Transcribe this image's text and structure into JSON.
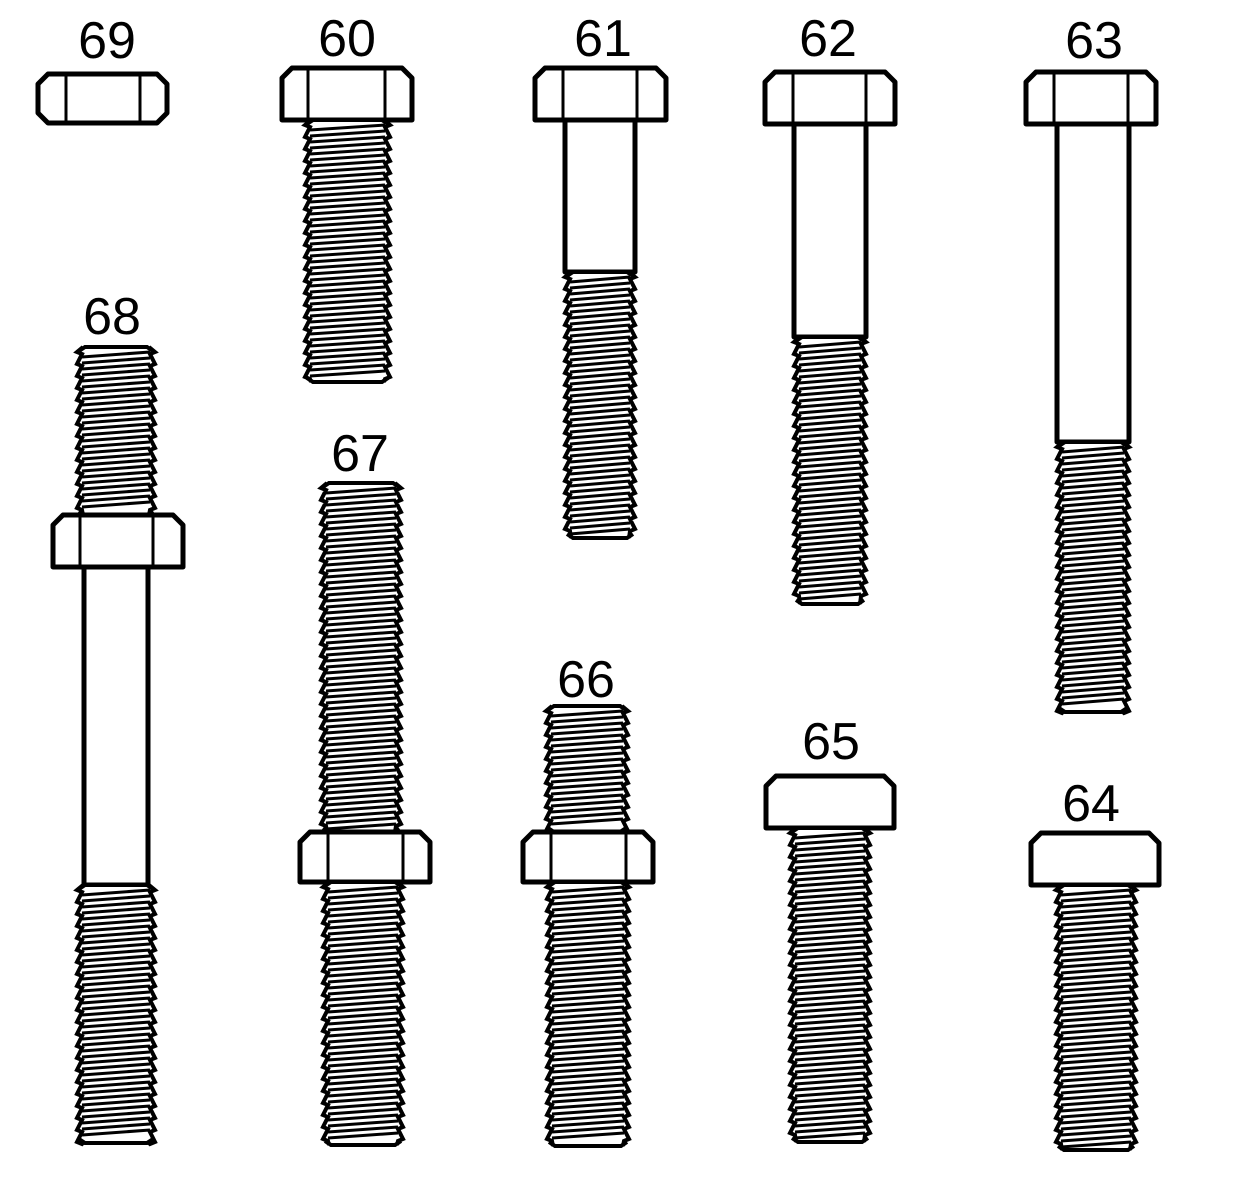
{
  "diagram": {
    "parts": [
      {
        "id": "69",
        "label": "69",
        "kind": "hex-nut"
      },
      {
        "id": "60",
        "label": "60",
        "kind": "hex-bolt-full-thread"
      },
      {
        "id": "61",
        "label": "61",
        "kind": "hex-bolt-partial-thread"
      },
      {
        "id": "62",
        "label": "62",
        "kind": "hex-bolt-partial-thread"
      },
      {
        "id": "63",
        "label": "63",
        "kind": "hex-bolt-partial-thread"
      },
      {
        "id": "68",
        "label": "68",
        "kind": "stud-with-collar"
      },
      {
        "id": "67",
        "label": "67",
        "kind": "stud-with-collar"
      },
      {
        "id": "66",
        "label": "66",
        "kind": "stud-with-collar"
      },
      {
        "id": "65",
        "label": "65",
        "kind": "flange-head-bolt"
      },
      {
        "id": "64",
        "label": "64",
        "kind": "flange-head-bolt"
      }
    ]
  }
}
